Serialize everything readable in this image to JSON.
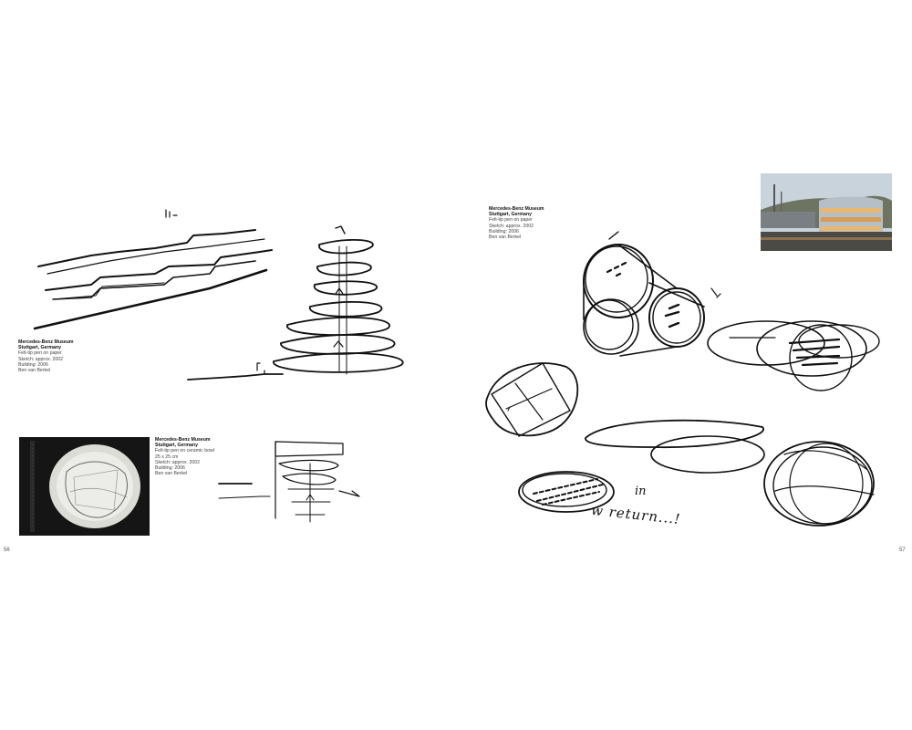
{
  "captions": {
    "left_top": {
      "title": "Mercedes-Benz Museum",
      "location": "Stuttgart, Germany",
      "lines": [
        "Felt-tip pen on paper",
        "Sketch: approx. 2002",
        "Building: 2006",
        "Ben van Berkel"
      ]
    },
    "left_bowl": {
      "title": "Mercedes-Benz Museum",
      "location": "Stuttgart, Germany",
      "lines": [
        "Felt-tip pen on ceramic bowl",
        "25 x 25 cm",
        "Sketch: approx. 2002",
        "Building: 2006",
        "Ben van Berkel"
      ]
    },
    "right_top": {
      "title": "Mercedes-Benz Museum",
      "location": "Stuttgart, Germany",
      "lines": [
        "Felt-tip pen on paper",
        "Sketch: approx. 2002",
        "Building: 2006",
        "Ben van Berkel"
      ]
    }
  },
  "page_numbers": {
    "left": "56",
    "right": "57"
  },
  "handwriting": {
    "line1": "in",
    "line2": "w return...!"
  },
  "colors": {
    "ink": "#111111",
    "bowl_bg": "#151515",
    "bowl": "#e6e6e2",
    "sky": "#c9d3dc"
  }
}
